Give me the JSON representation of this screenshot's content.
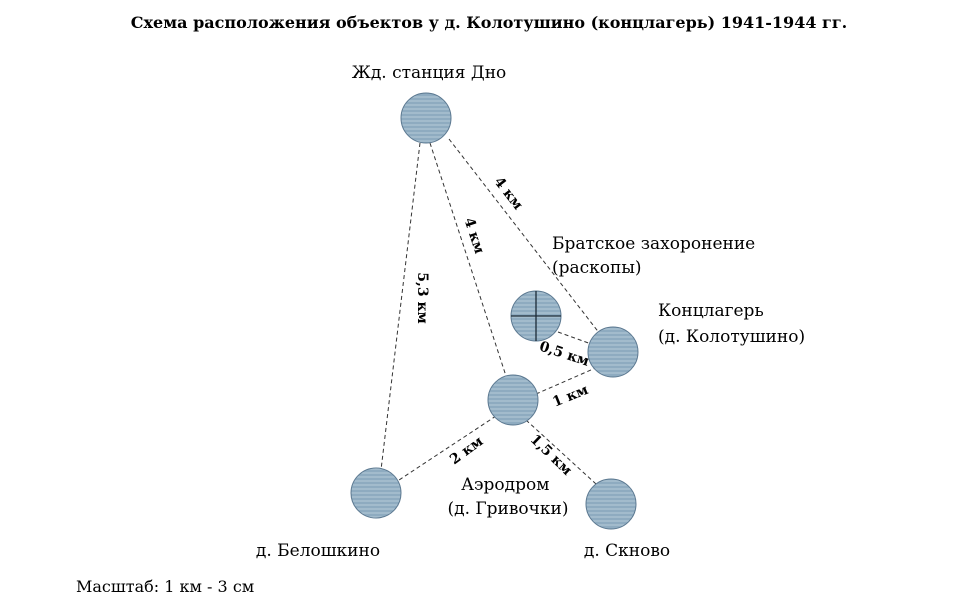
{
  "title": "Схема расположения объектов у д. Колотушино (концлагерь) 1941-1944 гг.",
  "scale_note": "Масштаб: 1 км - 3 см",
  "nodes": {
    "station": {
      "label_lines": [
        "Жд. станция Дно"
      ]
    },
    "burial": {
      "label_lines": [
        "Братское захоронение",
        "(раскопы)"
      ],
      "icon": "cross-circle-icon"
    },
    "camp": {
      "label_lines": [
        "Концлагерь",
        "(д. Колотушино)"
      ]
    },
    "airfield": {
      "label_lines": [
        "Аэродром",
        "(д. Гривочки)"
      ]
    },
    "beloshkino": {
      "label_lines": [
        "д. Белошкино"
      ]
    },
    "sknovo": {
      "label_lines": [
        "д. Скново"
      ]
    }
  },
  "edges": {
    "station_camp": {
      "distance": "4 км"
    },
    "station_airfield": {
      "distance": "4 км"
    },
    "station_beloshkino": {
      "distance": "5,3 км"
    },
    "burial_camp": {
      "distance": "0,5 км"
    },
    "airfield_camp": {
      "distance": "1 км"
    },
    "airfield_beloshkino": {
      "distance": "2 км"
    },
    "airfield_sknovo": {
      "distance": "1,5 км"
    }
  },
  "colors": {
    "node_fill": "#8eabc0",
    "node_stripe": "#b9cddb",
    "line": "#333333"
  }
}
